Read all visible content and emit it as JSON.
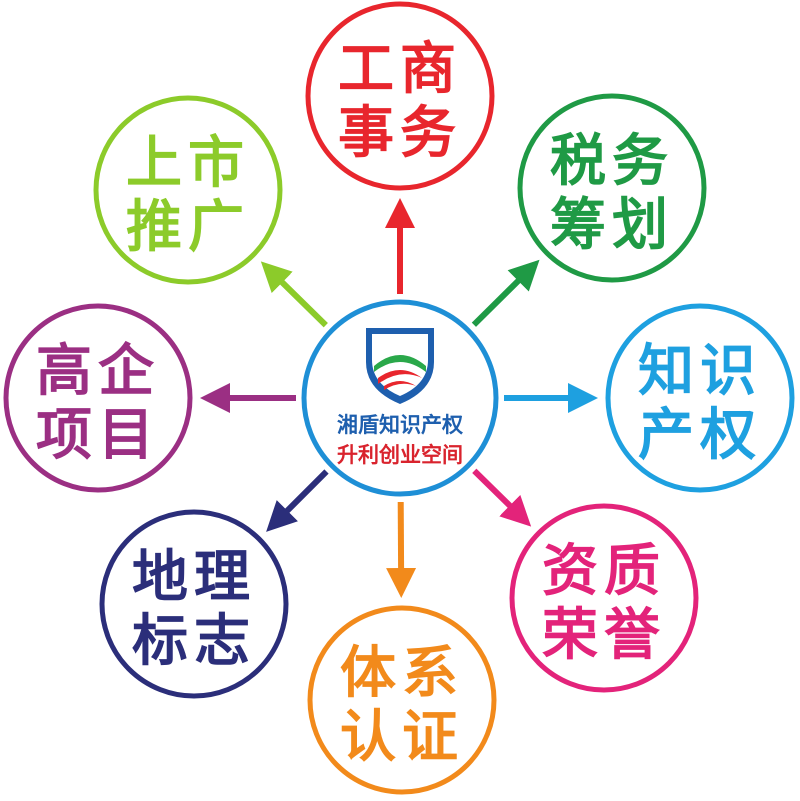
{
  "center": {
    "line1": "湘盾知识产权",
    "line2": "升利创业空间",
    "line1_color": "#1e5fae",
    "line2_color": "#d9232d",
    "border_color": "#1e8fd6",
    "logo_colors": [
      "#1e5fae",
      "#2aa84a",
      "#e8262d"
    ]
  },
  "nodes": [
    {
      "id": "gongshang",
      "lines": [
        "工商",
        "事务"
      ],
      "color": "#e8262d"
    },
    {
      "id": "shuiwu",
      "lines": [
        "税务",
        "筹划"
      ],
      "color": "#1f9a45"
    },
    {
      "id": "zhishi",
      "lines": [
        "知识",
        "产权"
      ],
      "color": "#1ea0e0"
    },
    {
      "id": "zizhi",
      "lines": [
        "资质",
        "荣誉"
      ],
      "color": "#e3237a"
    },
    {
      "id": "tixi",
      "lines": [
        "体系",
        "认证"
      ],
      "color": "#f28a1b"
    },
    {
      "id": "dili",
      "lines": [
        "地理",
        "标志"
      ],
      "color": "#2b2e7a"
    },
    {
      "id": "gaoqi",
      "lines": [
        "高企",
        "项目"
      ],
      "color": "#9b2f83"
    },
    {
      "id": "shangshi",
      "lines": [
        "上市",
        "推广"
      ],
      "color": "#8ccb2a"
    }
  ]
}
